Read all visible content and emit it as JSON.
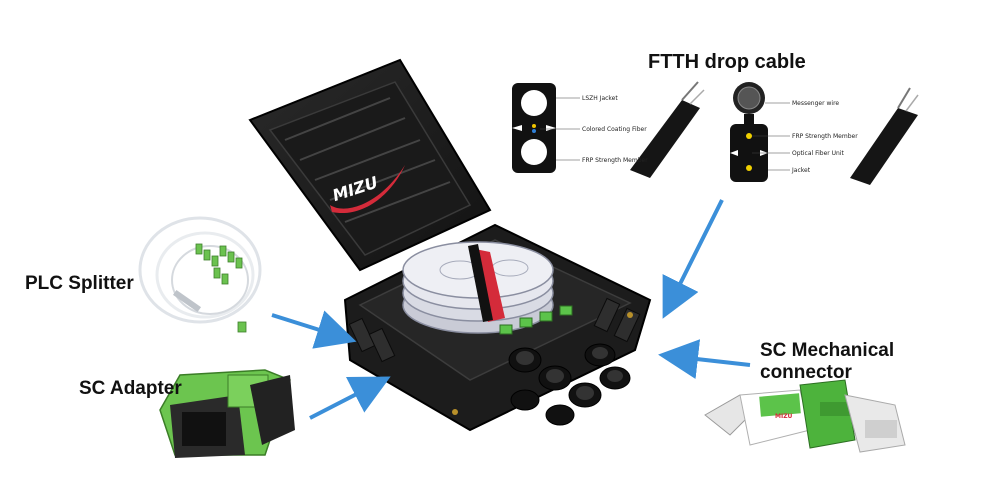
{
  "title": "FTTH drop cable",
  "labels": {
    "plc_splitter": "PLC Splitter",
    "sc_adapter": "SC Adapter",
    "sc_mechanical_line1": "SC Mechanical",
    "sc_mechanical_line2": "connector"
  },
  "cable_left": {
    "lszh_jacket": "LSZH Jacket",
    "colored_fiber": "Colored Coating Fiber",
    "frp_member": "FRP Strength Member"
  },
  "cable_right": {
    "messenger_wire": "Messenger wire",
    "frp_member": "FRP Strength Member",
    "optical_unit": "Optical Fiber Unit",
    "jacket": "Jacket"
  },
  "brand": "MIZU",
  "colors": {
    "arrow": "#3b8fd9",
    "accent_green": "#5cc34a",
    "box_body": "#1c1c1c",
    "strap_red": "#d42b3a"
  }
}
